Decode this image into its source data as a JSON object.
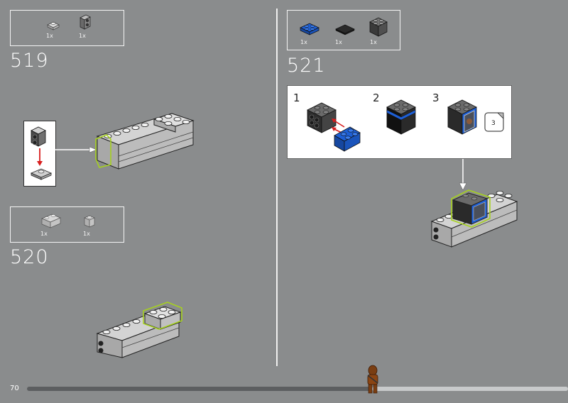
{
  "steps": [
    {
      "number": "519",
      "parts": [
        {
          "qty": "1x",
          "icon": "plate-1x1-light-gray"
        },
        {
          "qty": "1x",
          "icon": "bracket-1x1-dark"
        }
      ]
    },
    {
      "number": "520",
      "parts": [
        {
          "qty": "1x",
          "icon": "slope-1x2-light-gray"
        },
        {
          "qty": "1x",
          "icon": "brick-1x1-light-gray"
        }
      ]
    },
    {
      "number": "521",
      "parts": [
        {
          "qty": "1x",
          "icon": "plate-2x2-blue"
        },
        {
          "qty": "1x",
          "icon": "tile-2x2-black"
        },
        {
          "qty": "1x",
          "icon": "brick-2x2-dark-gray"
        }
      ]
    }
  ],
  "callout": {
    "substeps": [
      "1",
      "2",
      "3"
    ],
    "sticker_label": "3"
  },
  "page": {
    "number": "70",
    "progress": 0.64
  },
  "colors": {
    "background": "#8a8c8d",
    "highlight": "#a6d11f",
    "arrow": "#d81e1e",
    "blue": "#1d5fd6"
  }
}
